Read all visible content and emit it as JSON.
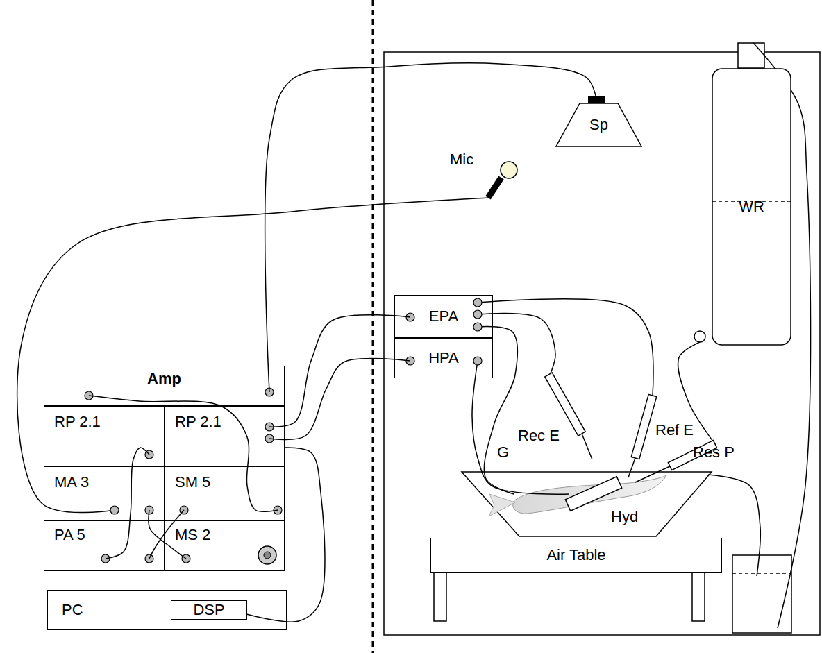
{
  "diagram": {
    "nodes": [
      {
        "text": [
          "Amp"
        ]
      },
      {
        "text": [
          "RP 2.1"
        ]
      },
      {
        "text": [
          "RP 2.1"
        ]
      },
      {
        "text": [
          "MA 3"
        ]
      },
      {
        "text": [
          "SM 5"
        ]
      },
      {
        "text": [
          "PA 5"
        ]
      },
      {
        "text": [
          "MS 2"
        ]
      },
      {
        "text": [
          "PC"
        ]
      },
      {
        "text": [
          "DSP"
        ],
        "in": 7
      },
      {
        "text": [
          "Sp"
        ]
      },
      {
        "text": [
          "WR"
        ]
      },
      {
        "text": [
          "EPA"
        ]
      },
      {
        "text": [
          "HPA"
        ]
      },
      {
        "text": [
          "Air Table"
        ]
      }
    ],
    "edges": [
      {
        "from": 0,
        "to": 9,
        "arrow": "none"
      },
      {
        "from": 0,
        "to": 4,
        "arrow": "none"
      },
      {
        "from": 1,
        "to": 5,
        "arrow": "none"
      },
      {
        "from": 3,
        "to": 6,
        "arrow": "none"
      },
      {
        "from": 4,
        "to": 5,
        "arrow": "none"
      },
      {
        "from": 2,
        "to": 11,
        "arrow": "none"
      },
      {
        "from": 2,
        "to": 12,
        "arrow": "none"
      },
      {
        "from": 2,
        "to": 8,
        "arrow": "none"
      }
    ],
    "labels": [
      "Mic",
      "Rec E",
      "Ref E",
      "Res P",
      "G",
      "Hyd"
    ]
  }
}
